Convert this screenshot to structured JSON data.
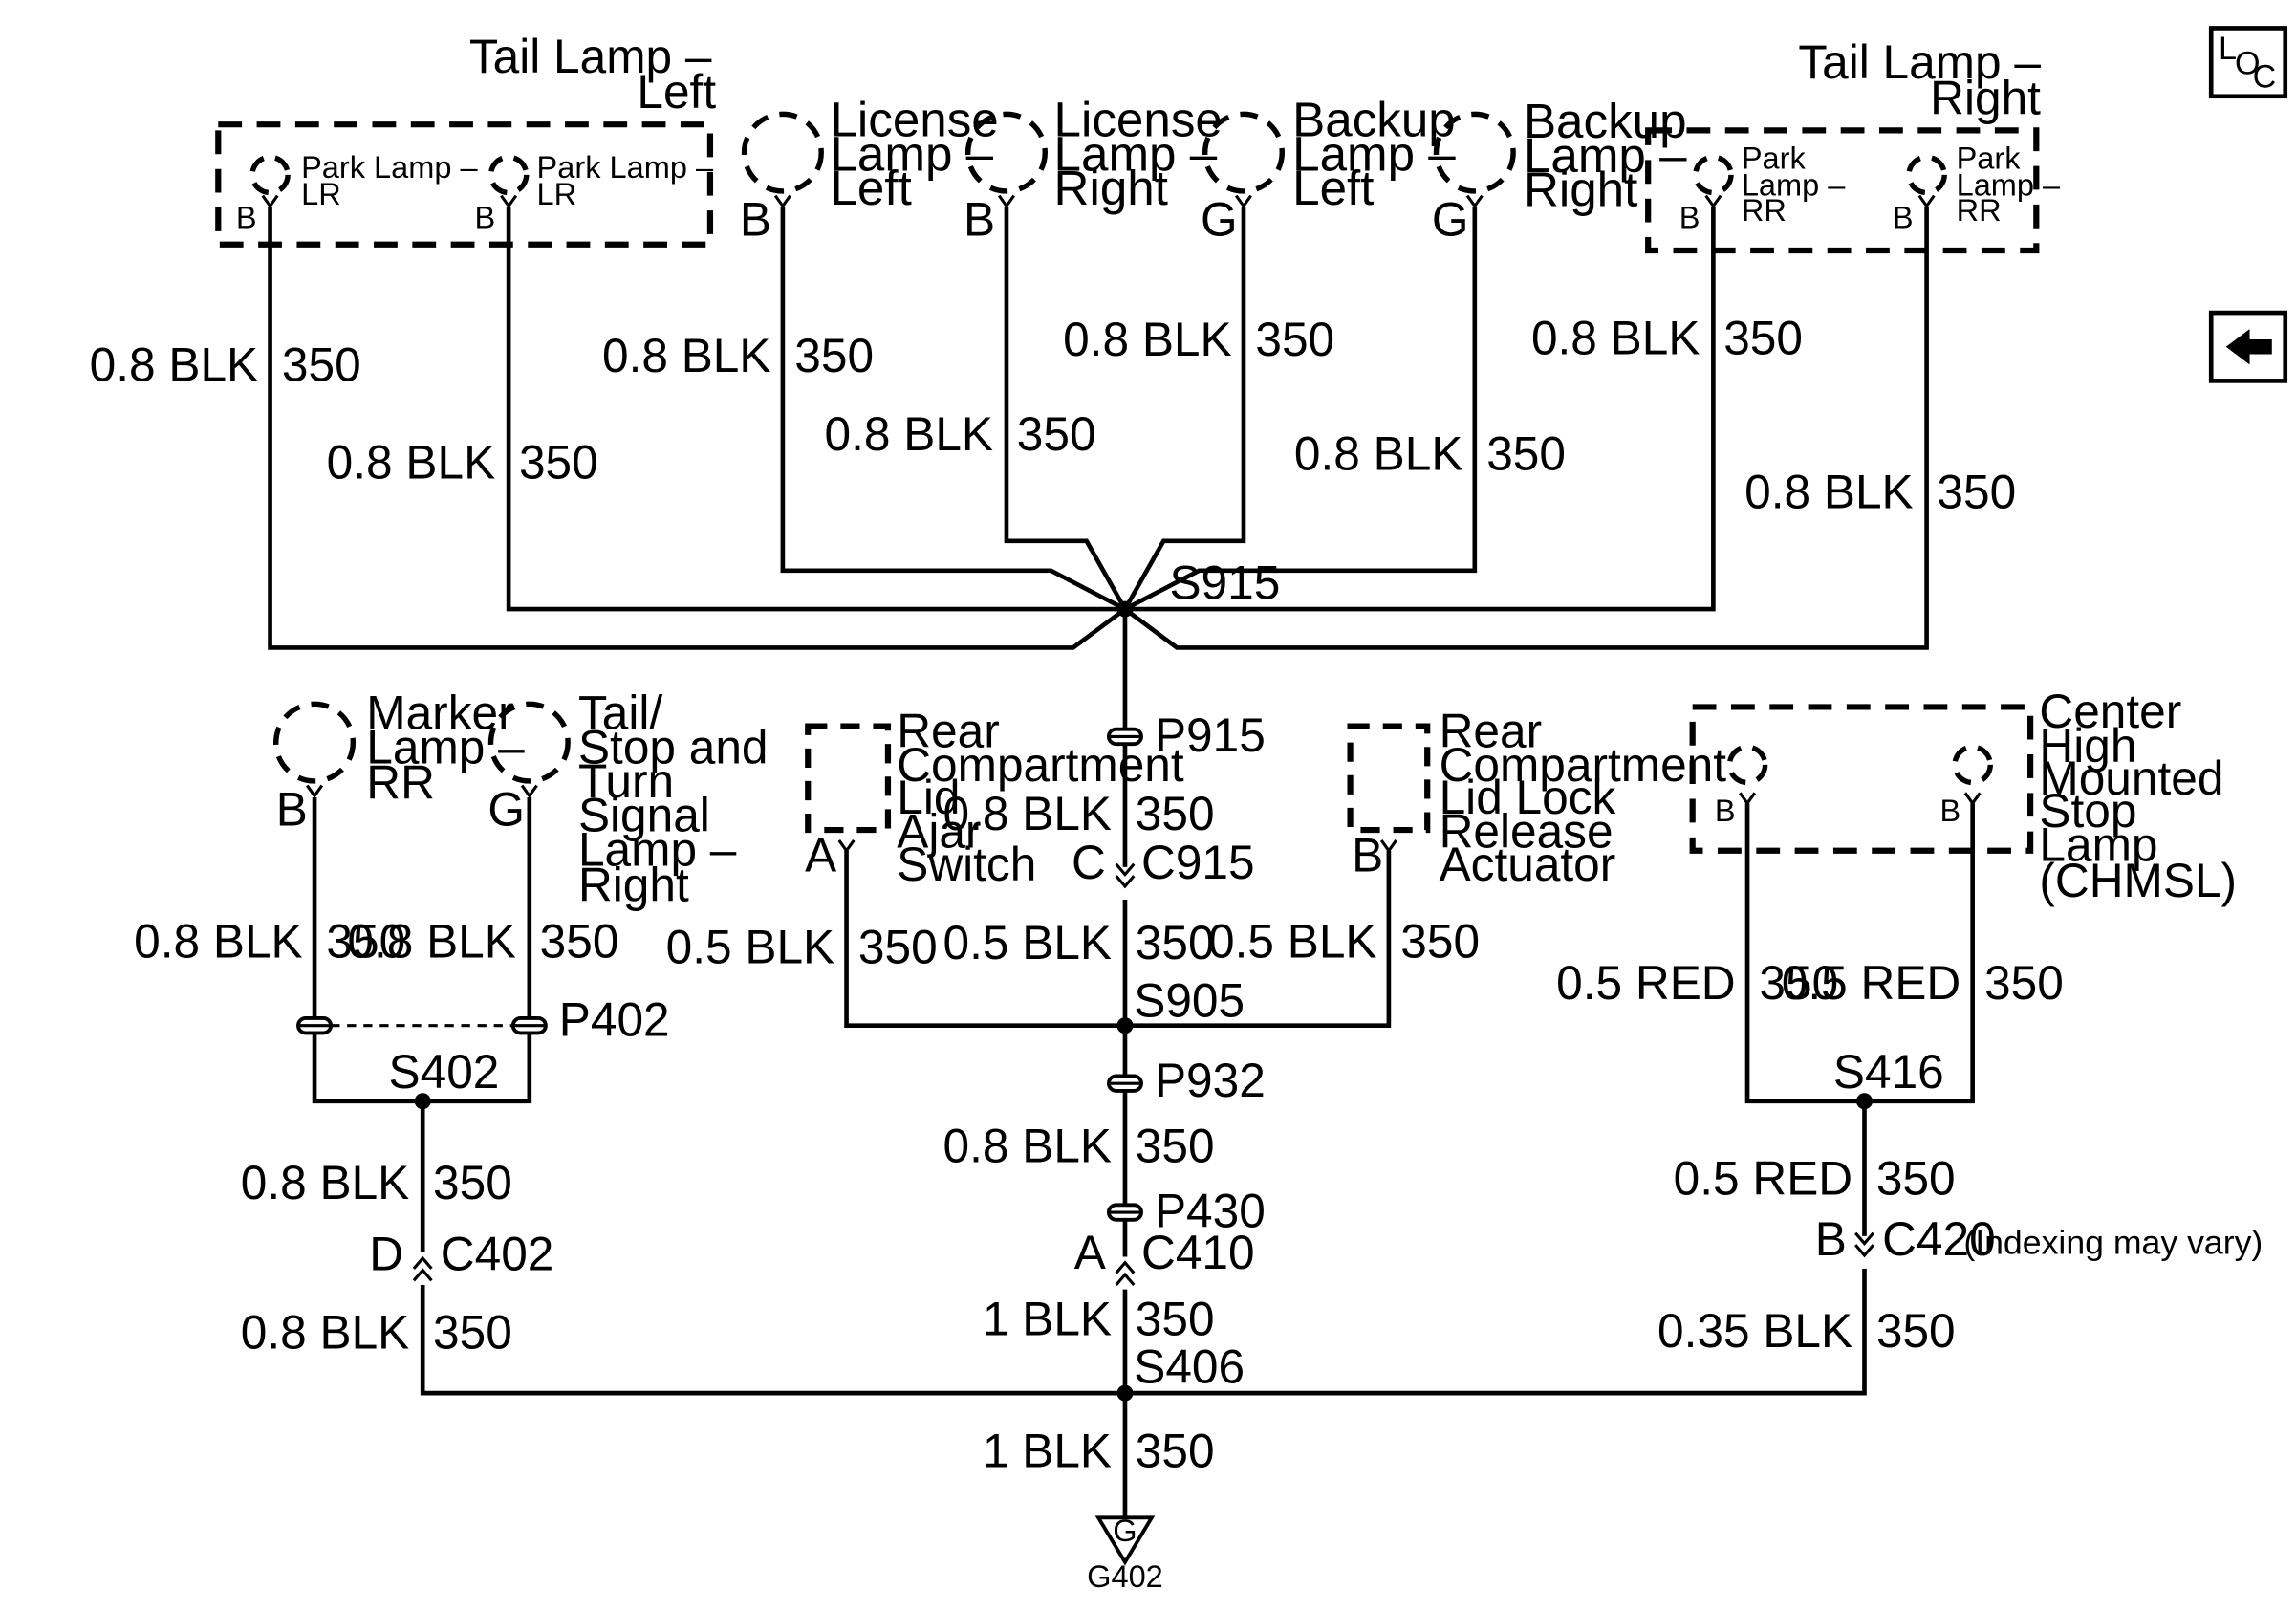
{
  "nav": {
    "loc_l": "L",
    "loc_o": "O",
    "loc_c": "C"
  },
  "components": {
    "tail_lamp_left": [
      "Tail Lamp –",
      "Left"
    ],
    "tail_lamp_right": [
      "Tail Lamp –",
      "Right"
    ],
    "park_lamp_lr": [
      "Park Lamp –",
      "LR"
    ],
    "park_lamp_rr": [
      "Park",
      "Lamp –",
      "RR"
    ],
    "license_left": [
      "License",
      "Lamp –",
      "Left"
    ],
    "license_right": [
      "License",
      "Lamp –",
      "Right"
    ],
    "backup_left": [
      "Backup",
      "Lamp –",
      "Left"
    ],
    "backup_right": [
      "Backup",
      "Lamp –",
      "Right"
    ],
    "marker_rr": [
      "Marker",
      "Lamp –",
      "RR"
    ],
    "tail_stop_right": [
      "Tail/",
      "Stop and",
      "Turn",
      "Signal",
      "Lamp –",
      "Right"
    ],
    "ajar_switch": [
      "Rear",
      "Compartment",
      "Lid",
      "Ajar",
      "Switch"
    ],
    "release_actuator": [
      "Rear",
      "Compartment",
      "Lid Lock",
      "Release",
      "Actuator"
    ],
    "chmsl": [
      "Center",
      "High",
      "Mounted",
      "Stop",
      "Lamp",
      "(CHMSL)"
    ]
  },
  "pins": {
    "b": "B",
    "g": "G",
    "a": "A",
    "c": "C",
    "d": "D"
  },
  "wires": {
    "blk08": "0.8 BLK",
    "blk05": "0.5 BLK",
    "red05": "0.5 RED",
    "blk1": "1 BLK",
    "blk035": "0.35 BLK",
    "circuit": "350"
  },
  "splices": {
    "s915": "S915",
    "s905": "S905",
    "s402": "S402",
    "s416": "S416",
    "s406": "S406"
  },
  "connectors": {
    "p915": "P915",
    "c915": "C915",
    "p932": "P932",
    "p430": "P430",
    "c410": "C410",
    "p402": "P402",
    "c402": "C402",
    "c420": "C420",
    "c420_note": "(Indexing may vary)"
  },
  "ground": {
    "symbol_letter": "G",
    "id": "G402"
  }
}
